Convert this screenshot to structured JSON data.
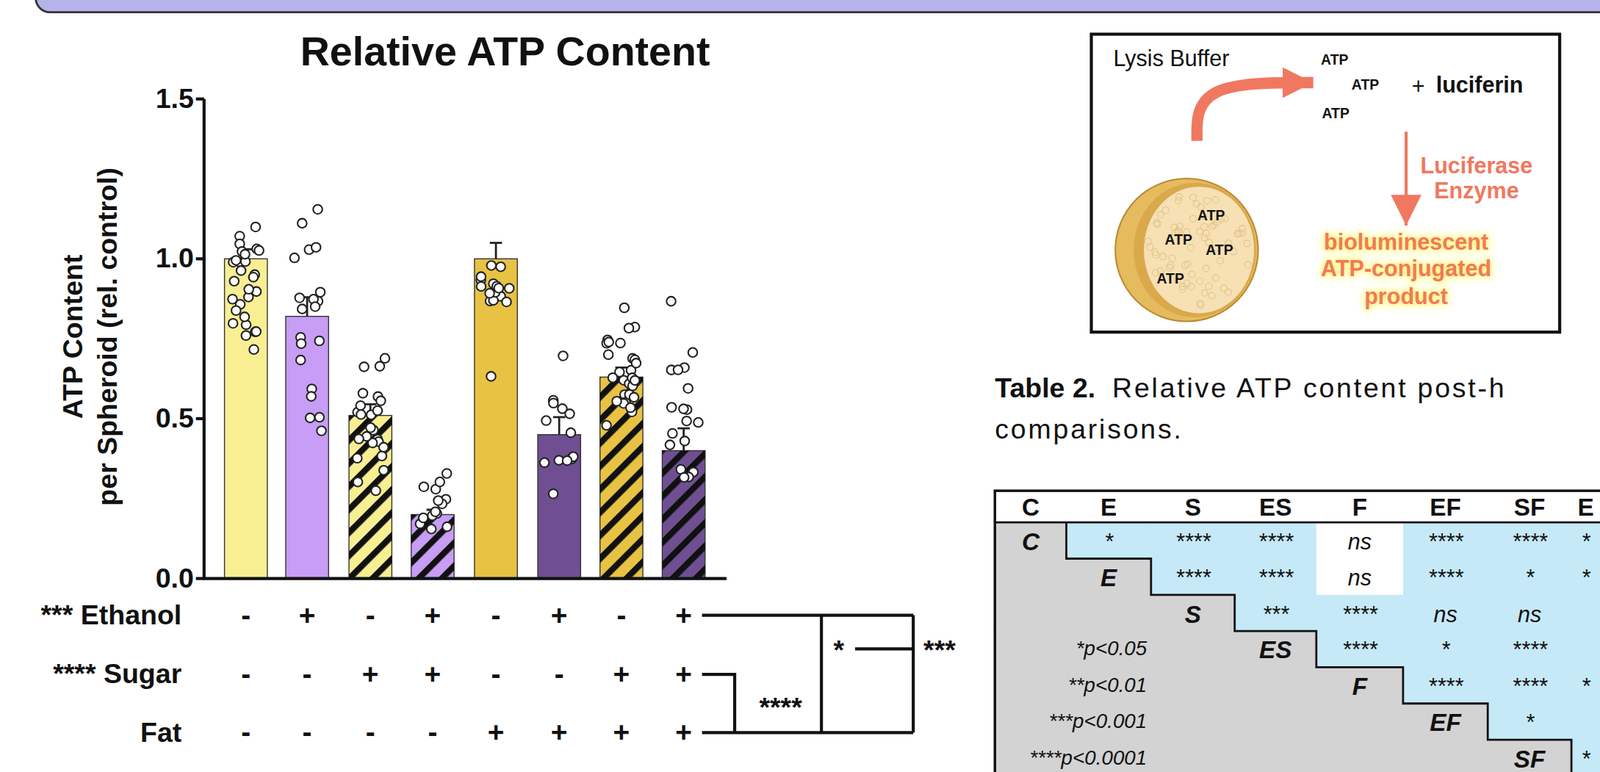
{
  "diagram": {
    "title": "Relative ATP Content",
    "nodes": [
      {
        "text": [
          "Lysis Buffer"
        ]
      },
      {
        "text": [
          "ATP",
          "ATP",
          "ATP",
          "ATP"
        ],
        "in": 0
      },
      {
        "text": [
          "ATP",
          "ATP",
          "ATP",
          "+",
          "luciferin"
        ],
        "in": 0
      },
      {
        "text": [
          "bioluminescent ATP-conjugated product"
        ],
        "in": 0
      }
    ],
    "edges": [
      {
        "from": 1,
        "to": 2,
        "arrow": "to"
      },
      {
        "from": 2,
        "to": 3,
        "arrow": "to",
        "label": "Luciferase Enzyme"
      }
    ],
    "labels": [
      "1.5",
      "1.0",
      "0.5",
      "0.0",
      "ATP Content",
      "per Spheroid (rel. control)",
      "*** Ethanol",
      "**** Sugar",
      "Fat",
      "-",
      "+",
      "-",
      "+",
      "-",
      "+",
      "-",
      "+",
      "-",
      "-",
      "+",
      "+",
      "-",
      "-",
      "+",
      "+",
      "-",
      "-",
      "-",
      "-",
      "+",
      "+",
      "+",
      "+",
      "****",
      "*",
      "***",
      "Table 2.",
      "Relative ATP content post-h",
      "comparisons.",
      "C",
      "E",
      "S",
      "ES",
      "F",
      "EF",
      "SF",
      "E",
      "C",
      "*",
      "****",
      "****",
      "ns",
      "****",
      "****",
      "*",
      "E",
      "****",
      "****",
      "ns",
      "****",
      "*",
      "*",
      "S",
      "***",
      "****",
      "ns",
      "ns",
      "ES",
      "****",
      "*",
      "****",
      "F",
      "****",
      "****",
      "*",
      "EF",
      "*",
      "SF",
      "*",
      "*p<0.05",
      "**p<0.01",
      "***p<0.001",
      "****p<0.0001"
    ]
  }
}
